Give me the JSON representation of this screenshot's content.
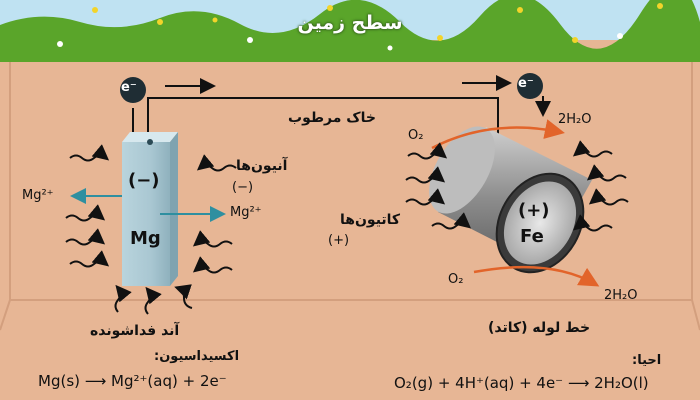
{
  "title": "سطح زمین",
  "electron": "e⁻",
  "soil_label": "خاک مرطوب",
  "anode": {
    "sign": "(−)",
    "metal": "Mg",
    "ion_left": "Mg²⁺",
    "ion_right": "Mg²⁺",
    "label": "آند فداشونده"
  },
  "anions": {
    "label": "آنیون‌ها",
    "sign": "(−)"
  },
  "cations": {
    "label": "کاتیون‌ها",
    "sign": "(+)"
  },
  "cathode": {
    "sign": "(+)",
    "metal": "Fe",
    "o2_top": "O₂",
    "water_top": "2H₂O",
    "o2_bottom": "O₂",
    "water_bottom": "2H₂O",
    "label": "خط لوله (کاتد)"
  },
  "oxidation": {
    "heading": "اکسیداسیون:",
    "equation": "Mg(s) ⟶ Mg²⁺(aq) + 2e⁻"
  },
  "reduction": {
    "heading": "احیا:",
    "equation": "O₂(g) + 4H⁺(aq) + 4e⁻ ⟶ 2H₂O(l)"
  },
  "colors": {
    "soil": "#e7b695",
    "grass": "#5aa52a",
    "sky": "#bfe2f2",
    "arrow_teal": "#2e8fa0",
    "arrow_orange": "#e2642a"
  }
}
